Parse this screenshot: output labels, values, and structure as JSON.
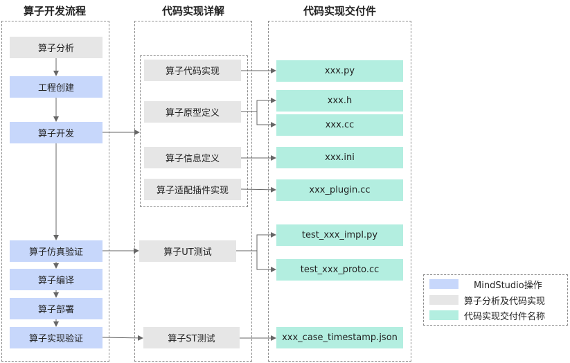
{
  "columns": {
    "process_title": "算子开发流程",
    "detail_title": "代码实现详解",
    "deliverable_title": "代码实现交付件"
  },
  "process_steps": {
    "analysis": "算子分析",
    "project_create": "工程创建",
    "develop": "算子开发",
    "sim_verify": "算子仿真验证",
    "compile": "算子编译",
    "deploy": "算子部署",
    "real_verify": "算子实现验证"
  },
  "details": {
    "code_impl": "算子代码实现",
    "proto_def": "算子原型定义",
    "info_def": "算子信息定义",
    "plugin_impl": "算子适配插件实现",
    "ut_test": "算子UT测试",
    "st_test": "算子ST测试"
  },
  "deliverables": {
    "py": "xxx.py",
    "h": "xxx.h",
    "cc": "xxx.cc",
    "ini": "xxx.ini",
    "plugin": "xxx_plugin.cc",
    "impl_test": "test_xxx_impl.py",
    "proto_test": "test_xxx_proto.cc",
    "timestamp_json": "xxx_case_timestamp.json"
  },
  "legend": {
    "mindstudio": "MindStudio操作",
    "analysis_impl": "算子分析及代码实现",
    "deliverable_name": "代码实现交付件名称"
  },
  "colors": {
    "blue": "#c7d7fb",
    "gray": "#e6e6e6",
    "teal": "#b3eee0",
    "line": "#666666"
  }
}
